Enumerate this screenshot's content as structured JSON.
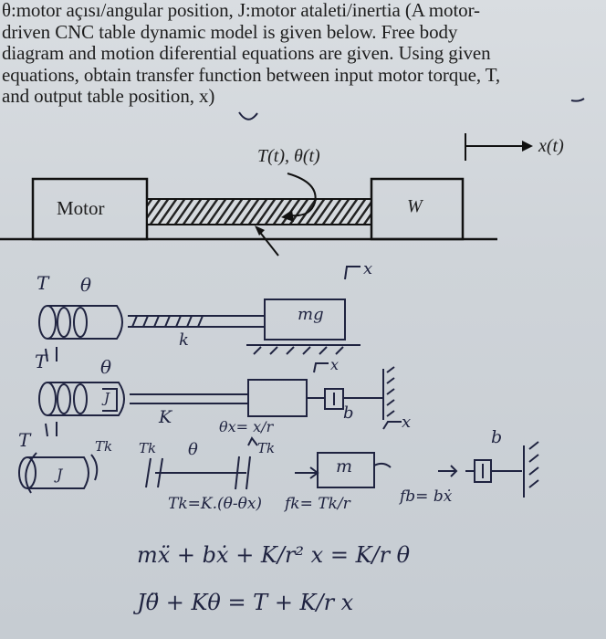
{
  "problem": {
    "lines": [
      "θ:motor açısı/angular position, J:motor ataleti/inertia (A motor-",
      "driven CNC table dynamic model is given below. Free body",
      "diagram and motion diferential equations are given. Using given",
      "equations, obtain transfer function between input motor torque, T,",
      "and output table position, x)"
    ]
  },
  "printed_diagram": {
    "torque_label": "T(t), θ(t)",
    "position_label": "x(t)",
    "motor_label": "Motor",
    "table_label": "W"
  },
  "sketch_1": {
    "torque": "T",
    "angle": "θ",
    "stiffness": "k",
    "mass": "mg",
    "direction": "x"
  },
  "sketch_2": {
    "torque": "T",
    "angle": "θ",
    "inertia": "J",
    "stiffness": "K",
    "damper": "b",
    "direction": "x"
  },
  "fbd": {
    "torque": "T",
    "inertia": "J",
    "tk1": "Tk",
    "tk2": "Tk",
    "angle": "θ",
    "ratio": "θx= x/r",
    "tk3": "Tk",
    "mass": "m",
    "direction": "x",
    "damper": "b",
    "damper_force": "fb= bẋ",
    "eq_tk": "Tk=K.(θ-θx)",
    "eq_fk": "fk= Tk/r"
  },
  "equations": {
    "eq1": "mẍ + bẋ + K/r² x = K/r θ",
    "eq2": "Jθ̈ + Kθ = T + K/r x"
  }
}
